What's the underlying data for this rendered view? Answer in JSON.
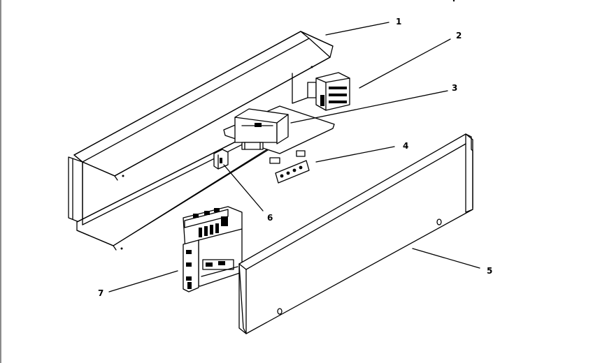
{
  "callouts": [
    {
      "label": "1",
      "part": "top-panel"
    },
    {
      "label": "2",
      "part": "relay"
    },
    {
      "label": "3",
      "part": "transformer"
    },
    {
      "label": "4",
      "part": "terminal-block"
    },
    {
      "label": "5",
      "part": "front-cover-panel"
    },
    {
      "label": "6",
      "part": "clip"
    },
    {
      "label": "7",
      "part": "control-board"
    }
  ],
  "colors": {
    "ink": "#000000",
    "paper": "#ffffff"
  }
}
